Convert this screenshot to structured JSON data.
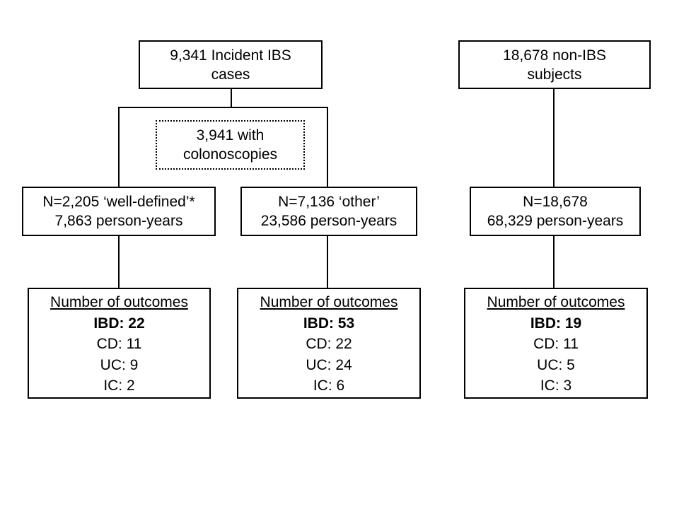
{
  "diagram": {
    "ibs_cases": {
      "line1": "9,341 Incident IBS",
      "line2": "cases"
    },
    "non_ibs": {
      "line1": "18,678 non-IBS",
      "line2": "subjects"
    },
    "colonoscopies": {
      "line1": "3,941 with",
      "line2": "colonoscopies"
    },
    "well_defined": {
      "line1": "N=2,205 ‘well-defined’*",
      "line2": "7,863 person-years"
    },
    "other": {
      "line1": "N=7,136 ‘other’",
      "line2": "23,586 person-years"
    },
    "non_ibs_cohort": {
      "line1": "N=18,678",
      "line2": "68,329 person-years"
    },
    "outcomes_well_defined": {
      "header": "Number of outcomes",
      "ibd": "IBD: 22",
      "cd": "CD: 11",
      "uc": "UC: 9",
      "ic": "IC: 2"
    },
    "outcomes_other": {
      "header": "Number of outcomes",
      "ibd": "IBD: 53",
      "cd": "CD: 22",
      "uc": "UC: 24",
      "ic": "IC: 6"
    },
    "outcomes_non_ibs": {
      "header": "Number of outcomes",
      "ibd": "IBD: 19",
      "cd": "CD: 11",
      "uc": "UC: 5",
      "ic": "IC: 3"
    }
  }
}
